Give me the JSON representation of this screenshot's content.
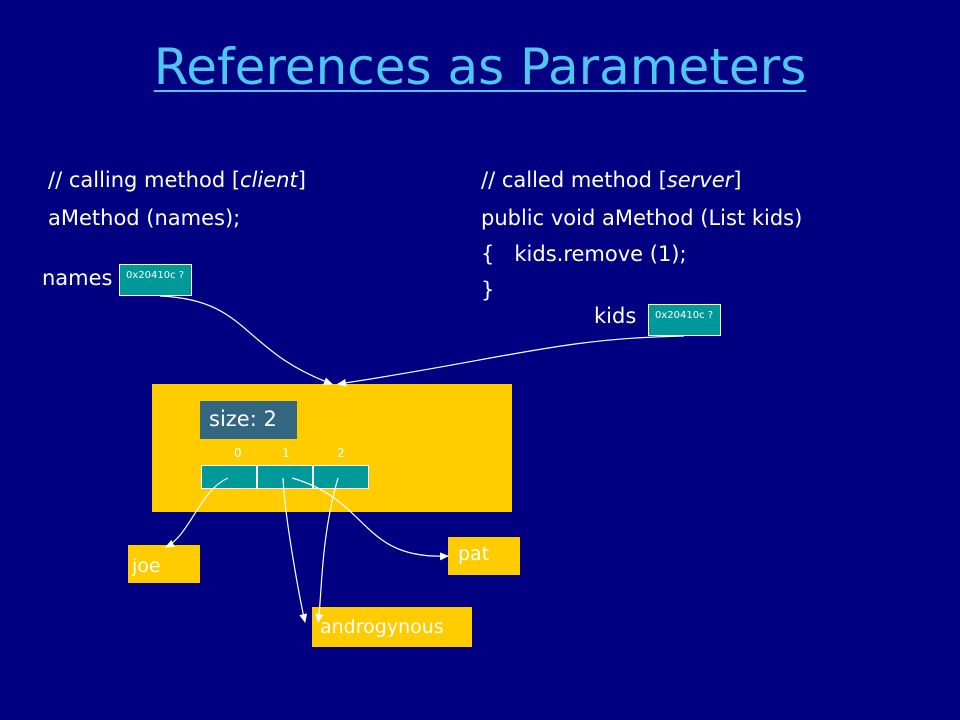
{
  "title": "References as Parameters",
  "client": {
    "comment_prefix": "// calling method [",
    "comment_role": "client",
    "comment_suffix": "]",
    "call": "aMethod (names);"
  },
  "server": {
    "comment_prefix": "// called method [",
    "comment_role": "server",
    "comment_suffix": "]",
    "signature": "public void aMethod (List kids)",
    "body_open": "{   kids.remove (1);",
    "body_close": "}"
  },
  "names_var": {
    "label": "names",
    "address": "0x20410c ?"
  },
  "kids_var": {
    "label": "kids",
    "address": "0x20410c ?"
  },
  "list": {
    "size_text": "size:  2",
    "indices": [
      "0",
      "1",
      "2"
    ]
  },
  "strings": {
    "joe": "joe",
    "pat": "pat",
    "androgynous": "androgynous"
  },
  "colors": {
    "background": "#000080",
    "title": "#4fc6f0",
    "list_object": "#ffcc00",
    "reference_box": "#009999",
    "size_box": "#336680"
  }
}
